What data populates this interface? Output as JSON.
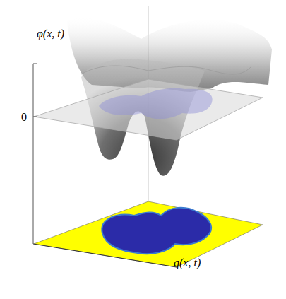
{
  "diagram": {
    "labels": [
      "φ(x, t)",
      "0",
      "q(x, t)"
    ]
  }
}
